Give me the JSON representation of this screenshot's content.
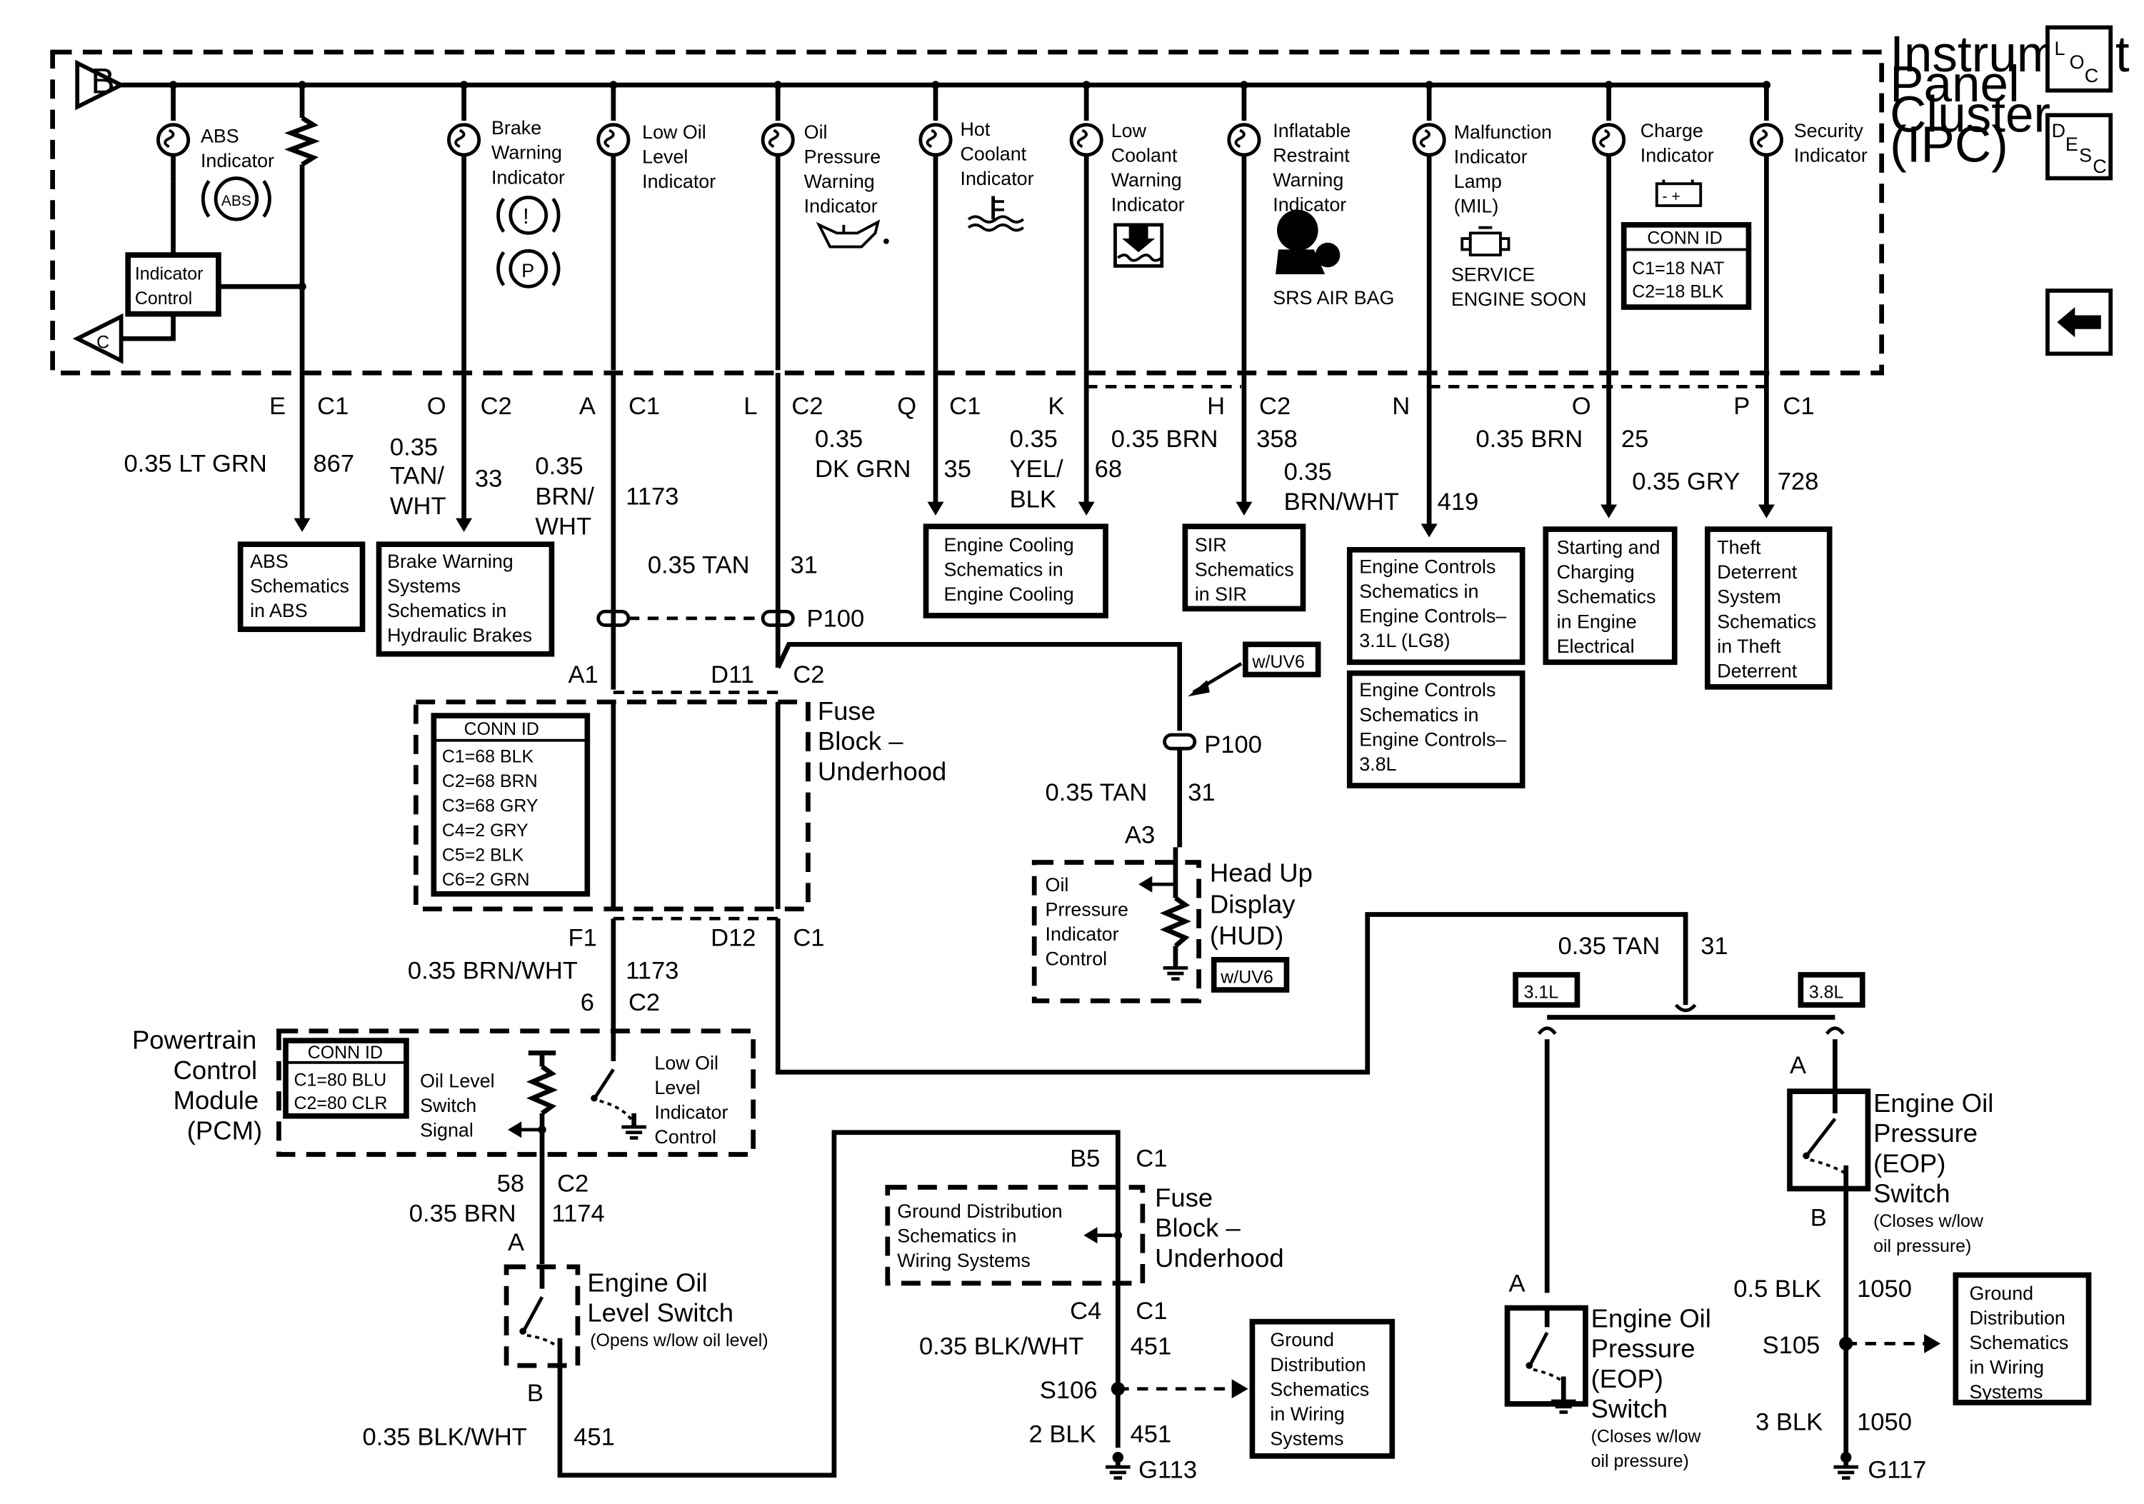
{
  "ipc": {
    "title": "Instrument Panel Cluster (IPC)",
    "title_lines": [
      "Instrument",
      "Panel",
      "Cluster",
      "(IPC)"
    ],
    "indicators": [
      {
        "lines": [
          "ABS",
          "Indicator"
        ]
      },
      {
        "lines": [
          "Brake",
          "Warning",
          "Indicator"
        ]
      },
      {
        "lines": [
          "Low Oil",
          "Level",
          "Indicator"
        ]
      },
      {
        "lines": [
          "Oil",
          "Pressure",
          "Warning",
          "Indicator"
        ]
      },
      {
        "lines": [
          "Hot",
          "Coolant",
          "Indicator"
        ]
      },
      {
        "lines": [
          "Low",
          "Coolant",
          "Warning",
          "Indicator"
        ]
      },
      {
        "lines": [
          "Inflatable",
          "Restraint",
          "Warning",
          "Indicator"
        ]
      },
      {
        "lines": [
          "Malfunction",
          "Indicator",
          "Lamp",
          "(MIL)"
        ]
      },
      {
        "lines": [
          "Charge",
          "Indicator"
        ]
      },
      {
        "lines": [
          "Security",
          "Indicator"
        ]
      }
    ],
    "abs_symbol": "ABS",
    "brake_symbols": [
      "!",
      "P"
    ],
    "srs_text": "SRS AIR BAG",
    "mil_text": [
      "SERVICE",
      "ENGINE SOON"
    ],
    "indicator_control": [
      "Indicator",
      "Control"
    ],
    "ref_b": "B",
    "ref_c": "C",
    "conn_id": {
      "title": "CONN ID",
      "rows": [
        "C1=18 NAT",
        "C2=18 BLK"
      ]
    }
  },
  "nav": {
    "loc": [
      "L",
      "O",
      "C"
    ],
    "desc": [
      "D",
      "E",
      "S",
      "C"
    ],
    "back_icon": "left-arrow"
  },
  "pins": [
    {
      "pin": "E",
      "conn": "C1",
      "gauge": "0.35 LT GRN",
      "circuit": "867"
    },
    {
      "pin": "O",
      "conn": "C2",
      "gauge": [
        "0.35",
        "TAN/",
        "WHT"
      ],
      "circuit": "33"
    },
    {
      "pin": "A",
      "conn": "C1",
      "gauge": [
        "0.35",
        "BRN/",
        "WHT"
      ],
      "circuit": "1173"
    },
    {
      "pin": "L",
      "conn": "C2",
      "gauge": "0.35 TAN",
      "circuit": "31"
    },
    {
      "pin": "Q",
      "conn": "C1",
      "gauge": [
        "0.35",
        "DK GRN"
      ],
      "circuit": "35"
    },
    {
      "pin": "K",
      "conn": "",
      "gauge": [
        "0.35",
        "YEL/",
        "BLK"
      ],
      "circuit": "68"
    },
    {
      "pin": "H",
      "conn": "C2",
      "gauge": "0.35 BRN",
      "circuit": "358"
    },
    {
      "pin": "N",
      "conn": "",
      "gauge": [
        "0.35",
        "BRN/WHT"
      ],
      "circuit": "419"
    },
    {
      "pin": "O",
      "conn": "",
      "gauge": "0.35 BRN",
      "circuit": "25"
    },
    {
      "pin": "P",
      "conn": "C1",
      "gauge": "0.35 GRY",
      "circuit": "728"
    }
  ],
  "references": {
    "abs": [
      "ABS",
      "Schematics",
      "in ABS"
    ],
    "brake": [
      "Brake Warning",
      "Systems",
      "Schematics in",
      "Hydraulic Brakes"
    ],
    "cooling": [
      "Engine Cooling",
      "Schematics in",
      "Engine Cooling"
    ],
    "sir": [
      "SIR",
      "Schematics",
      "in SIR"
    ],
    "ec31": [
      "Engine Controls",
      "Schematics in",
      "Engine Controls–",
      "3.1L (LG8)"
    ],
    "ec38": [
      "Engine Controls",
      "Schematics in",
      "Engine Controls–",
      "3.8L"
    ],
    "charging": [
      "Starting and",
      "Charging",
      "Schematics",
      "in Engine",
      "Electrical"
    ],
    "theft": [
      "Theft",
      "Deterrent",
      "System",
      "Schematics",
      "in Theft",
      "Deterrent"
    ],
    "ground_fuse": [
      "Ground Distribution",
      "Schematics in",
      "Wiring Systems"
    ],
    "ground_s106": [
      "Ground",
      "Distribution",
      "Schematics",
      "in Wiring",
      "Systems"
    ],
    "ground_s105": [
      "Ground",
      "Distribution",
      "Schematics",
      "in Wiring",
      "Systems"
    ]
  },
  "p100": "P100",
  "tan31": {
    "gauge": "0.35 TAN",
    "circuit": "31"
  },
  "fuse_block_top": {
    "title": [
      "Fuse",
      "Block –",
      "Underhood"
    ],
    "pins": {
      "a1": "A1",
      "d11": "D11",
      "c2": "C2",
      "f1": "F1",
      "d12": "D12",
      "c1": "C1"
    },
    "conn_id": {
      "title": "CONN ID",
      "rows": [
        "C1=68 BLK",
        "C2=68 BRN",
        "C3=68 GRY",
        "C4=2 GRY",
        "C5=2 BLK",
        "C6=2 GRN"
      ]
    }
  },
  "hud": {
    "option": "w/UV6",
    "option2": "w/UV6",
    "pin": "A3",
    "title": [
      "Head Up",
      "Display",
      "(HUD)"
    ],
    "control": [
      "Oil",
      "Prressure",
      "Indicator",
      "Control"
    ],
    "gauge": "0.35 TAN",
    "circuit": "31"
  },
  "pcm": {
    "title": [
      "Powertrain",
      "Control",
      "Module",
      "(PCM)"
    ],
    "conn_id": {
      "title": "CONN ID",
      "rows": [
        "C1=80 BLU",
        "C2=80 CLR"
      ]
    },
    "signal": [
      "Oil Level",
      "Switch",
      "Signal"
    ],
    "control": [
      "Low Oil",
      "Level",
      "Indicator",
      "Control"
    ],
    "in_pin": "6",
    "in_conn": "C2",
    "out_pin": "58",
    "out_conn": "C2"
  },
  "wire_1173": {
    "gauge": "0.35 BRN/WHT",
    "circuit": "1173"
  },
  "wire_1174": {
    "gauge": "0.35 BRN",
    "circuit": "1174"
  },
  "level_switch": {
    "pin_a": "A",
    "pin_b": "B",
    "title": [
      "Engine Oil",
      "Level Switch"
    ],
    "note": "(Opens w/low oil level)"
  },
  "wire_451_left": {
    "gauge": "0.35 BLK/WHT",
    "circuit": "451"
  },
  "fuse_block_bottom": {
    "title": [
      "Fuse",
      "Block –",
      "Underhood"
    ],
    "b5": "B5",
    "c1a": "C1",
    "c4": "C4",
    "c1b": "C1"
  },
  "wire_451_mid": {
    "gauge": "0.35 BLK/WHT",
    "circuit": "451"
  },
  "s106": "S106",
  "wire_2blk": {
    "gauge": "2 BLK",
    "circuit": "451"
  },
  "g113": "G113",
  "eop_feed": {
    "gauge": "0.35 TAN",
    "circuit": "31"
  },
  "opt_31": "3.1L",
  "opt_38": "3.8L",
  "eop_31": {
    "pin": "A",
    "title": [
      "Engine Oil",
      "Pressure",
      "(EOP)",
      "Switch"
    ],
    "note": [
      "(Closes w/low",
      "oil pressure)"
    ]
  },
  "eop_38": {
    "pin_a": "A",
    "pin_b": "B",
    "title": [
      "Engine Oil",
      "Pressure",
      "(EOP)",
      "Switch"
    ],
    "note": [
      "(Closes w/low",
      "oil pressure)"
    ]
  },
  "wire_05blk": {
    "gauge": "0.5 BLK",
    "circuit": "1050"
  },
  "s105": "S105",
  "wire_3blk": {
    "gauge": "3 BLK",
    "circuit": "1050"
  },
  "g117": "G117"
}
